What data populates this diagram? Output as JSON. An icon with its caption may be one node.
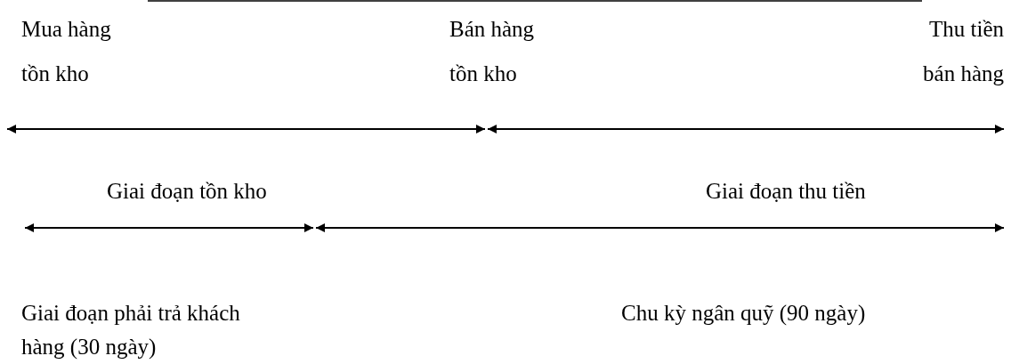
{
  "diagram": {
    "labels": [
      "Mua hàng tồn kho",
      "Bán hàng tồn kho",
      "Thu tiền bán hàng",
      "Giai đoạn tồn kho",
      "Giai đoạn thu tiền",
      "Giai đoạn phải trả khách hàng (30 ngày)",
      "Chu kỳ ngân quỹ (90 ngày)"
    ]
  }
}
